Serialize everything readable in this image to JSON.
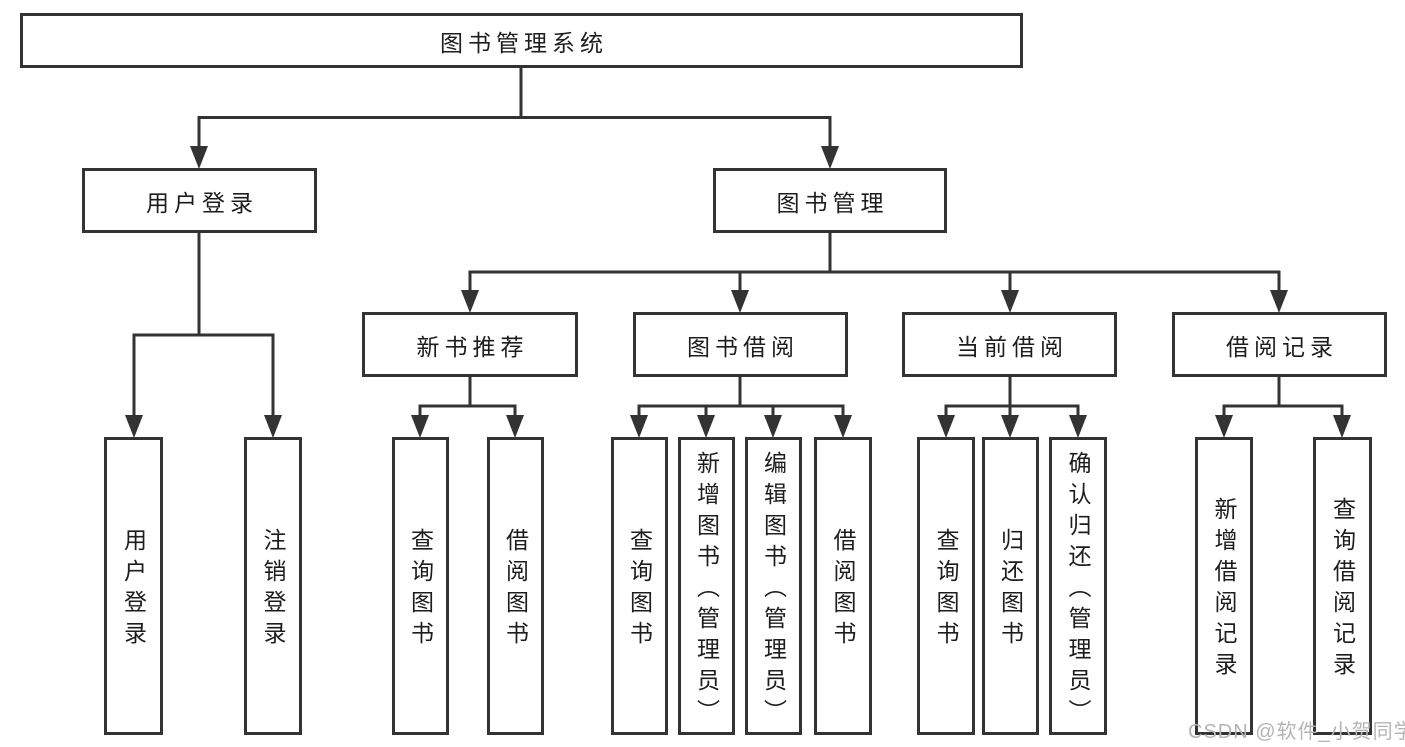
{
  "hierarchy": {
    "label": "图书管理系统",
    "children": [
      {
        "label": "用户登录",
        "children": [
          {
            "label": "用户登录"
          },
          {
            "label": "注销登录"
          }
        ]
      },
      {
        "label": "图书管理",
        "children": [
          {
            "label": "新书推荐",
            "children": [
              {
                "label": "查询图书"
              },
              {
                "label": "借阅图书"
              }
            ]
          },
          {
            "label": "图书借阅",
            "children": [
              {
                "label": "查询图书"
              },
              {
                "label": "新增图书（管理员）"
              },
              {
                "label": "编辑图书（管理员）"
              },
              {
                "label": "借阅图书"
              }
            ]
          },
          {
            "label": "当前借阅",
            "children": [
              {
                "label": "查询图书"
              },
              {
                "label": "归还图书"
              },
              {
                "label": "确认归还（管理员）"
              }
            ]
          },
          {
            "label": "借阅记录",
            "children": [
              {
                "label": "新增借阅记录"
              },
              {
                "label": "查询借阅记录"
              }
            ]
          }
        ]
      }
    ]
  },
  "watermark": {
    "text": "CSDN @软件_小贺同学"
  },
  "colors": {
    "line": "#333333",
    "text": "#1d1d1d",
    "box_background": "#ffffff",
    "watermark": "#b5b5b5",
    "background": "#ffffff"
  }
}
